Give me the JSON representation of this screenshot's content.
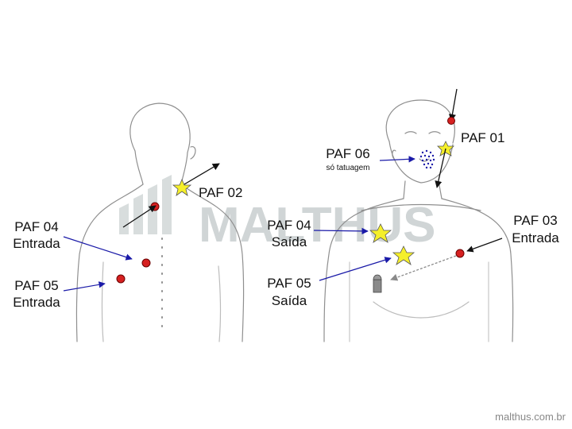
{
  "watermark": {
    "text": "MALTHUS",
    "color": "#9aa4a6"
  },
  "labels": {
    "paf02": "PAF 02",
    "paf04_back": "PAF 04",
    "paf04_back_sub": "Entrada",
    "paf05_back": "PAF 05",
    "paf05_back_sub": "Entrada",
    "paf06": "PAF 06",
    "paf06_sub": "só tatuagem",
    "paf01": "PAF 01",
    "paf04_front": "PAF 04",
    "paf04_front_sub": "Saída",
    "paf05_front": "PAF 05",
    "paf05_front_sub": "Saída",
    "paf03": "PAF 03",
    "paf03_sub": "Entrada"
  },
  "credit": "malthus.com.br",
  "colors": {
    "outline": "#9a9a9a",
    "entry_wound": "#d62020",
    "exit_star": "#f5ef2a",
    "blue_arrow": "#1a1aa8",
    "black_arrow": "#111111",
    "tattoo_dots": "#1a1aa8",
    "projectile": "#8a8a8a"
  }
}
